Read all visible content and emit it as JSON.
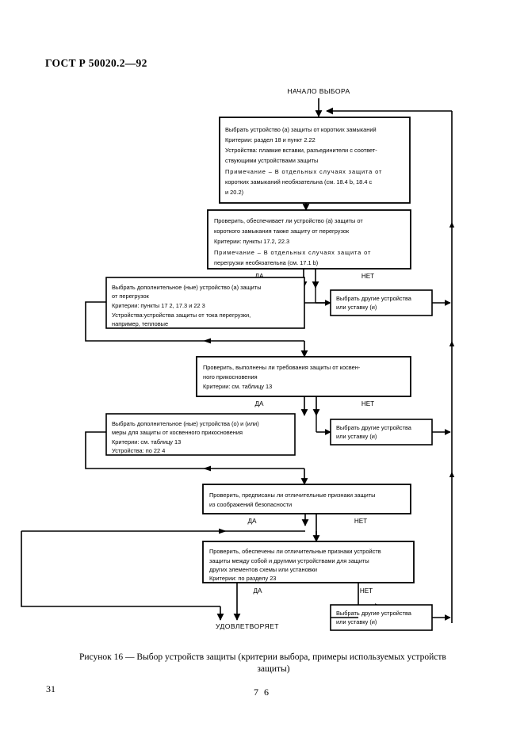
{
  "document": {
    "header": "ГОСТ Р 50020.2—92",
    "page_number": "31",
    "footer_number": "7 6",
    "caption_line1": "Рисунок 16 — Выбор устройств защиты (критерии выбора, примеры используемых устройств",
    "caption_line2": "защиты)"
  },
  "flowchart": {
    "start_label": "НАЧАЛО ВЫБОРА",
    "end_label": "УДОВЛЕТВОРЯЕТ",
    "yes_label": "ДА",
    "no_label": "НЕТ",
    "line_color": "#000000",
    "box_fill": "#ffffff",
    "nodes": [
      {
        "id": "box1",
        "name": "select-short-circuit-protection-box",
        "lines": [
          "Выбрать устройство  (а) защиты от коротких замыканий",
          "Критерии: раздел 18 и пункт 2.22",
          "Устройства: плавкие вставки, разъединители с соответ-",
          "ствующими устройствами защиты",
          "Примечание – В отдельных случаях защита от",
          "коротких замыканий необязательна (см. 18.4 b, 18.4 с",
          "и 20.2)"
        ],
        "spaced_line_index": 4
      },
      {
        "id": "box2",
        "name": "check-overload-protection-box",
        "lines": [
          "Проверить, обеспечивает ли устройство (а) защиты от",
          "короткого замыкания также защиту от перегрузок",
          "Критерии: пункты 17.2, 22.3",
          "Примечание – В отдельных случаях защита от",
          "перегрузки необязательна (см. 17.1 b)"
        ],
        "spaced_line_index": 3
      },
      {
        "id": "box3",
        "name": "select-additional-overload-device-box",
        "lines": [
          "Выбрать дополнительное (ные) устройство (а) защиты",
          "от перегрузок",
          "Критерии: пункты 17 2, 17.3 и 22 3",
          "Устройства:устройства защиты от тока перегрузки,",
          "например, тепловые"
        ],
        "spaced_line_index": -1
      },
      {
        "id": "box4",
        "name": "other-devices-box-1",
        "lines": [
          "Выбрать другие устройства",
          "или уставку (и)"
        ],
        "spaced_line_index": -1
      },
      {
        "id": "box5",
        "name": "check-indirect-contact-protection-box",
        "lines": [
          "Проверить, выполнены ли требования защиты от косвен-",
          "ного прикосновения",
          "Критерии: см. таблицу 13"
        ],
        "spaced_line_index": -1
      },
      {
        "id": "box6",
        "name": "select-additional-indirect-contact-device-box",
        "lines": [
          "Выбрать дополнительное (ные) устройства (о) и (или)",
          "меры для защиты от косвенного прикосновения",
          "Критерии: см. таблицу 13",
          "Устройства: по 22 4"
        ],
        "spaced_line_index": -1
      },
      {
        "id": "box7",
        "name": "other-devices-box-2",
        "lines": [
          "Выбрать другие устройства",
          "или уставку (и)"
        ],
        "spaced_line_index": -1
      },
      {
        "id": "box8",
        "name": "check-discrimination-prescribed-box",
        "lines": [
          "Проверить, предписаны ли отличительные признаки защиты",
          "из соображений безопасности"
        ],
        "spaced_line_index": -1
      },
      {
        "id": "box9",
        "name": "check-discrimination-ensured-box",
        "lines": [
          "Проверить, обеспечены ли отличительные признаки устройств",
          "защиты между собой и другими устройствами для защиты",
          "других элементов схемы или установки",
          "Критерии: по разделу 23"
        ],
        "spaced_line_index": -1
      },
      {
        "id": "box10",
        "name": "other-devices-box-3",
        "lines": [
          "Выбрать другие устройства",
          "или уставку (и)"
        ],
        "spaced_line_index": -1
      }
    ]
  }
}
